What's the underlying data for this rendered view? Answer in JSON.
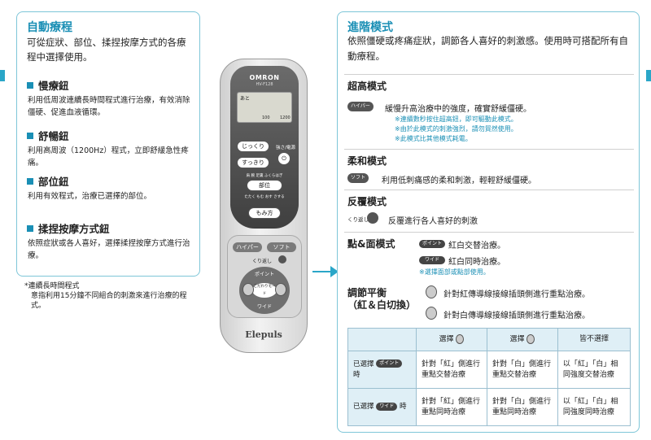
{
  "left": {
    "title": "自動療程",
    "desc": "可從症狀、部位、揉捏按摩方式的各療程中選擇使用。",
    "features": [
      {
        "title": "慢療鈕",
        "desc": "利用低周波連續長時間程式進行治療，有效消除僵硬、促進血液循環。"
      },
      {
        "title": "舒暢鈕",
        "desc": "利用高周波（1200Hz）程式，立即舒緩急性疼痛。"
      },
      {
        "title": "部位鈕",
        "desc": "利用有效程式，治療已選擇的部位。"
      },
      {
        "title": "揉捏按摩方式鈕",
        "desc": "依照症狀或各人喜好，選擇揉捏按摩方式進行治療。"
      }
    ],
    "note_title": "*連續長時間程式",
    "note_desc": "意指利用15分鐘不同組合的刺激來進行治療的程式。"
  },
  "remote": {
    "brand": "OMRON",
    "model": "HV-F128",
    "lcd_label": "あと",
    "lcd_100": "100",
    "lcd_1200": "1200",
    "btn_jikkuri": "じっくり",
    "btn_sukkiri": "すっきり",
    "strength": "強さ/電源",
    "parts_label": "部位",
    "parts_top": "肩  腕  足裏  ふくらはぎ",
    "parts_bottom": "たたく もむ おす さする",
    "btn_momikata": "もみ方",
    "btn_hyper": "ハイパー",
    "btn_soft": "ソフト",
    "btn_kurikaeshi": "くり返し",
    "btn_point": "ポイント",
    "btn_kodawari": "こだわりモード",
    "btn_wide": "ワイド",
    "logo": "Elepuls"
  },
  "right": {
    "title": "進階模式",
    "desc": "依照僵硬或疼痛症狀，調節各人喜好的刺激感。使用時可搭配所有自動療程。",
    "hyper": {
      "title": "超高模式",
      "icon": "ハイパー",
      "desc": "緩慢升高治療中的強度，確實舒緩僵硬。",
      "notes": [
        "※連續數秒按住超高鈕，即可驅動此模式。",
        "※由於此模式的刺激強烈，請勿貿然使用。",
        "※此模式比其他模式耗電。"
      ]
    },
    "soft": {
      "title": "柔和模式",
      "icon": "ソフト",
      "desc": "利用低刺痛感的柔和刺激，輕輕舒緩僵硬。"
    },
    "repeat": {
      "title": "反覆模式",
      "icon": "くり返し",
      "desc": "反覆進行各人喜好的刺激"
    },
    "pointwide": {
      "title": "點&面模式",
      "point_icon": "ポイント",
      "point_desc": "紅白交替治療。",
      "wide_icon": "ワイド",
      "wide_desc": "紅白同時治療。",
      "note": "※選擇面部或點部使用。"
    },
    "balance": {
      "title_1": "調節平衡",
      "title_2": "（紅＆白切換）",
      "red_desc": "針對紅傳導線接線插頭側進行重點治療。",
      "white_desc": "針對白傳導線接線插頭側進行重點治療。"
    },
    "table": {
      "headers": [
        "選擇",
        "選擇",
        "皆不選擇"
      ],
      "row1_label": "已選擇",
      "row1_icon": "ポイント",
      "row1_suffix": "時",
      "row1_cells": [
        "針對「紅」側進行重點交替治療",
        "針對「白」側進行重點交替治療",
        "以「紅」「白」相同強度交替治療"
      ],
      "row2_label": "已選擇",
      "row2_icon": "ワイド",
      "row2_suffix": "時",
      "row2_cells": [
        "針對「紅」側進行重點同時治療",
        "針對「白」側進行重點同時治療",
        "以「紅」「白」相同強度同時治療"
      ]
    }
  },
  "colors": {
    "accent": "#1a8fb5",
    "border": "#7ec6d8"
  }
}
